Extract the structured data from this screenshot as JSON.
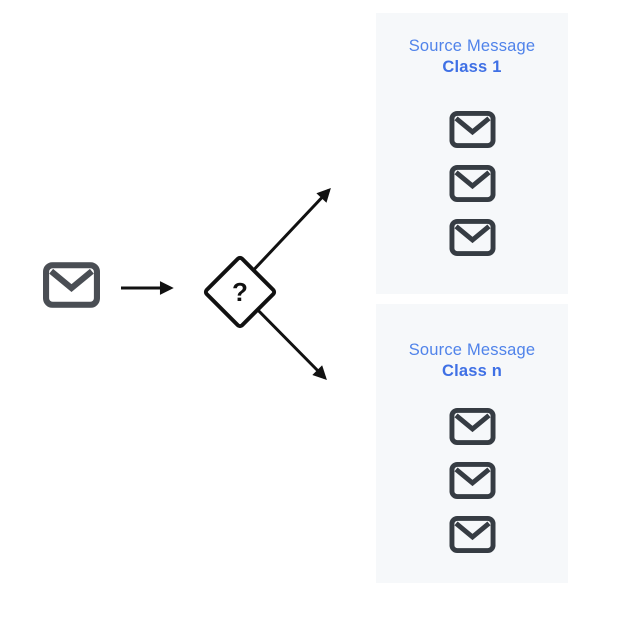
{
  "flow": {
    "input": {
      "icon": "mail-icon"
    },
    "decision": {
      "label": "?",
      "icon": "question-diamond-icon"
    },
    "arrows": {
      "input_arrow": "right-arrow-icon",
      "to_class_1": "up-right-arrow-icon",
      "to_class_n": "down-right-arrow-icon"
    }
  },
  "panels": [
    {
      "title_line1": "Source Message",
      "title_line2": "Class 1",
      "message_icon": "mail-icon",
      "message_icon_count": 3
    },
    {
      "title_line1": "Source Message",
      "title_line2": "Class n",
      "message_icon": "mail-icon",
      "message_icon_count": 3
    }
  ],
  "colors": {
    "panel_background": "#f6f8fa",
    "title_blue": "#5083ea",
    "title_blue_bold": "#3f70e5",
    "mail_dark": "#363c43",
    "mail_left": "#4a4e54",
    "line_black": "#111111"
  }
}
